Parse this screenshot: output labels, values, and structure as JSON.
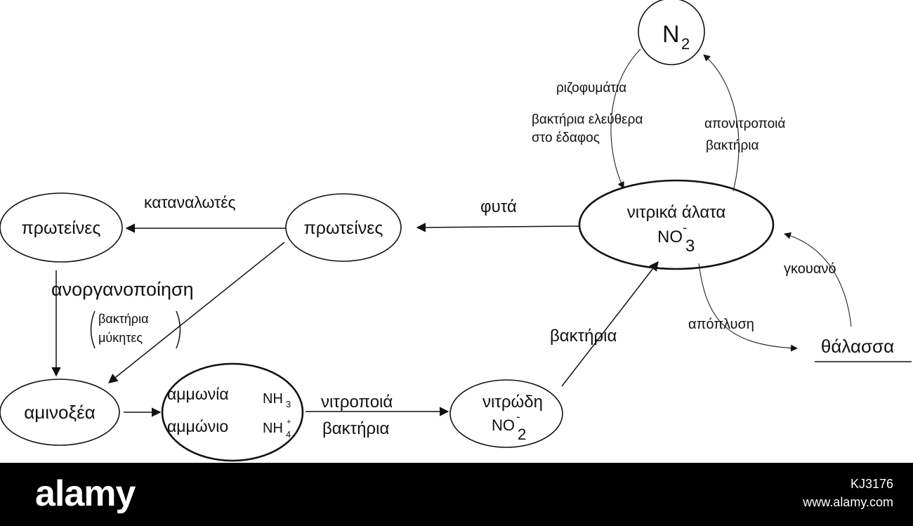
{
  "nodes": {
    "n2": {
      "main": "N",
      "sub": "2"
    },
    "nitrates": {
      "label": "νιτρικά άλατα",
      "formula": "NO",
      "sup": "-",
      "sub": "3"
    },
    "proteins_plants": {
      "label": "πρωτείνες"
    },
    "proteins_consumers": {
      "label": "πρωτείνες"
    },
    "amino_acids": {
      "label": "αμινοξέα"
    },
    "ammonia": {
      "line1": "αμμωνία",
      "f1": "NH",
      "f1_sub": "3",
      "line2": "αμμώνιο",
      "f2": "NH",
      "f2_sub": "4",
      "f2_sup": "+"
    },
    "nitrites": {
      "label": "νιτρώδη",
      "formula": "NO",
      "sup": "-",
      "sub": "2"
    },
    "sea": {
      "label": "θάλασσα"
    }
  },
  "edges": {
    "rhizo": "ριζοφυμάτια",
    "free_bacteria_1": "βακτήρια ελεύθερα",
    "free_bacteria_2": "στο έδαφος",
    "denit_1": "απονιτροποιά",
    "denit_2": "βακτήρια",
    "plants": "φυτά",
    "consumers": "καταναλωτές",
    "mineralization": "ανοργανοποίηση",
    "min_bacteria": "βακτήρια",
    "min_fungi": "μύκητες",
    "nitrifying_1": "νιτροποιά",
    "nitrifying_2": "βακτήρια",
    "bacteria": "βακτήρια",
    "leaching": "απόπλυση",
    "guano": "γκουανό"
  },
  "footer": {
    "logo": "alamy",
    "image_id": "KJ3176",
    "url": "www.alamy.com"
  }
}
